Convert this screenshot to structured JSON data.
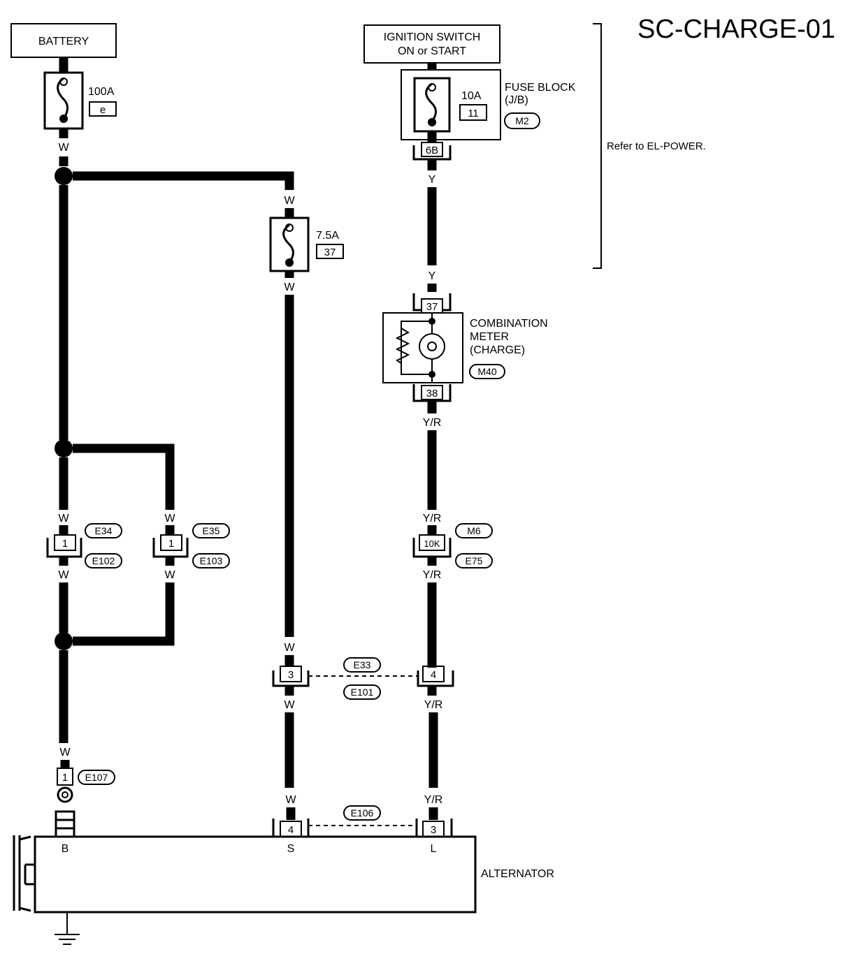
{
  "title": "SC-CHARGE-01",
  "battery": {
    "label": "BATTERY"
  },
  "ignition": {
    "line1": "IGNITION SWITCH",
    "line2": "ON or START"
  },
  "fuse_main": {
    "rating": "100A",
    "id": "e"
  },
  "fuse_block_fuse": {
    "rating": "10A",
    "id": "11"
  },
  "fuse_block": {
    "line1": "FUSE BLOCK",
    "line2": "(J/B)",
    "connector": "M2",
    "pin": "6B"
  },
  "fuse_s": {
    "rating": "7.5A",
    "id": "37"
  },
  "refer_note": "Refer to EL-POWER.",
  "meter": {
    "line1": "COMBINATION",
    "line2": "METER",
    "line3": "(CHARGE)",
    "connector": "M40",
    "pin_top": "37",
    "pin_bottom": "38"
  },
  "wire_colors": {
    "white": "W",
    "yellow": "Y",
    "yellow_red": "Y/R"
  },
  "connectors": {
    "e34": "E34",
    "e102": "E102",
    "e34_pin": "1",
    "e35": "E35",
    "e103": "E103",
    "e35_pin": "1",
    "m6": "M6",
    "e75": "E75",
    "m6_pin": "10K",
    "e33": "E33",
    "e101": "E101",
    "e33_pin_s": "3",
    "e33_pin_l": "4",
    "e107": "E107",
    "e107_pin": "1",
    "e106": "E106",
    "e106_pin_s": "4",
    "e106_pin_l": "3"
  },
  "alternator": {
    "label": "ALTERNATOR",
    "terminal_b": "B",
    "terminal_s": "S",
    "terminal_l": "L"
  }
}
